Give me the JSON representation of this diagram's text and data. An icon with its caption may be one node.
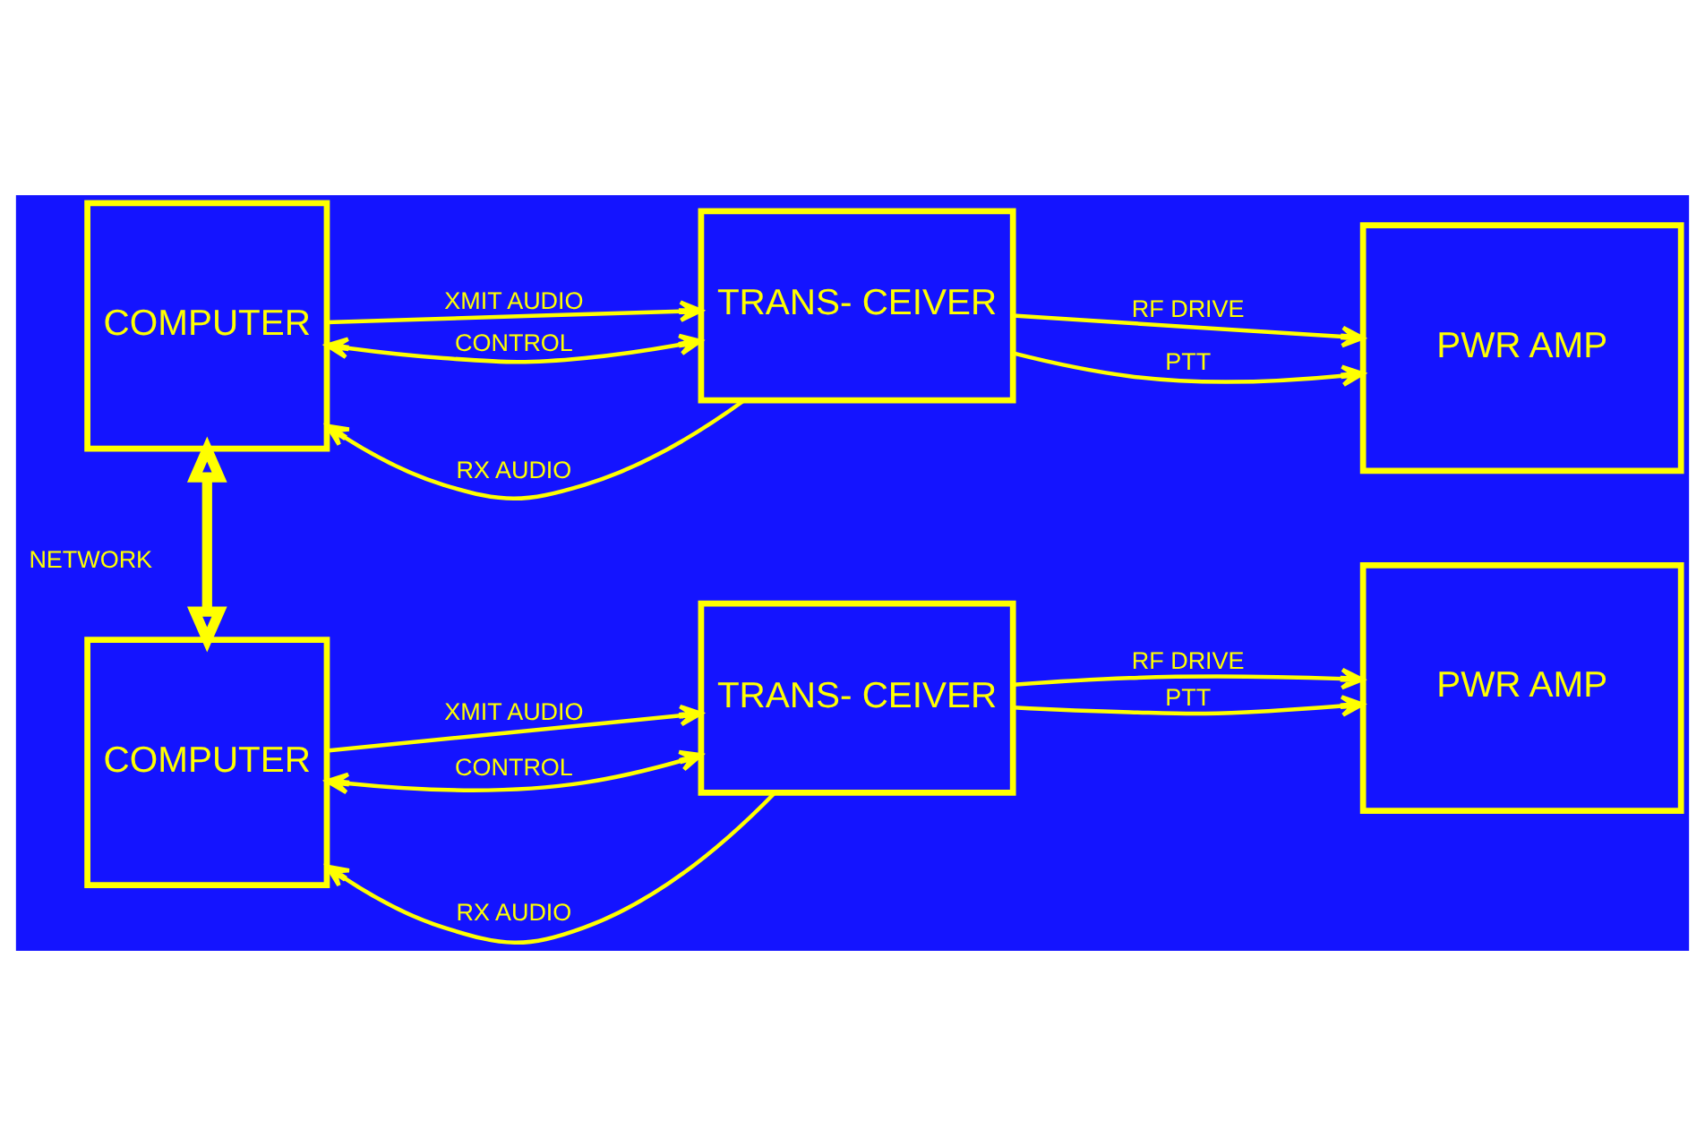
{
  "diagram": {
    "nodes": [
      {
        "text": [
          "COMPUTER"
        ]
      },
      {
        "text": [
          "TRANS- CEIVER"
        ]
      },
      {
        "text": [
          "PWR AMP"
        ]
      },
      {
        "text": [
          "COMPUTER"
        ]
      },
      {
        "text": [
          "TRANS- CEIVER"
        ]
      },
      {
        "text": [
          "PWR AMP"
        ]
      }
    ],
    "edges": [
      {
        "from": 1,
        "to": 0,
        "arrow": "to",
        "label": "RX AUDIO"
      },
      {
        "from": 0,
        "to": 1,
        "arrow": "to",
        "label": "XMIT AUDIO"
      },
      {
        "from": 0,
        "to": 1,
        "arrow": "both",
        "label": "CONTROL"
      },
      {
        "from": 1,
        "to": 2,
        "arrow": "to",
        "label": "RF DRIVE"
      },
      {
        "from": 1,
        "to": 2,
        "arrow": "to",
        "label": "PTT"
      },
      {
        "from": 0,
        "to": 3,
        "arrow": "both",
        "label": "NETWORK",
        "style": "thick"
      },
      {
        "from": 4,
        "to": 3,
        "arrow": "to",
        "label": "RX AUDIO"
      },
      {
        "from": 3,
        "to": 4,
        "arrow": "to",
        "label": "XMIT AUDIO"
      },
      {
        "from": 3,
        "to": 4,
        "arrow": "both",
        "label": "CONTROL"
      },
      {
        "from": 4,
        "to": 5,
        "arrow": "to",
        "label": "RF DRIVE"
      },
      {
        "from": 4,
        "to": 5,
        "arrow": "to",
        "label": "PTT"
      }
    ]
  }
}
